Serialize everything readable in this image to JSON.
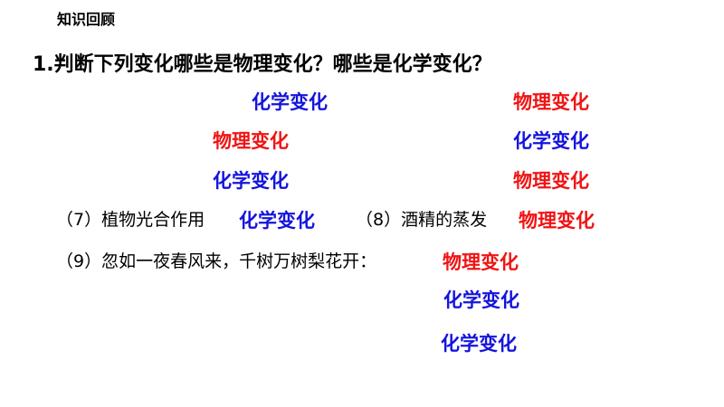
{
  "section_title": "知识回顾",
  "question": "1.判断下列变化哪些是物理变化？哪些是化学变化？",
  "answers_grid": [
    {
      "label": "化学变化",
      "type": "chemical"
    },
    {
      "label": "物理变化",
      "type": "physical"
    },
    {
      "label": "物理变化",
      "type": "physical"
    },
    {
      "label": "化学变化",
      "type": "chemical"
    },
    {
      "label": "化学变化",
      "type": "chemical"
    },
    {
      "label": "物理变化",
      "type": "physical"
    }
  ],
  "items": [
    {
      "text": "（7）植物光合作用",
      "answer": "化学变化"
    },
    {
      "text": "（8）酒精的蒸发",
      "answer": "物理变化"
    },
    {
      "text": "（9）忽如一夜春风来，千树万树梨花开：",
      "answers": [
        "物理变化",
        "化学变化",
        "化学变化"
      ]
    }
  ],
  "colors": {
    "chemical": "#1414dc",
    "physical": "#f01414"
  }
}
